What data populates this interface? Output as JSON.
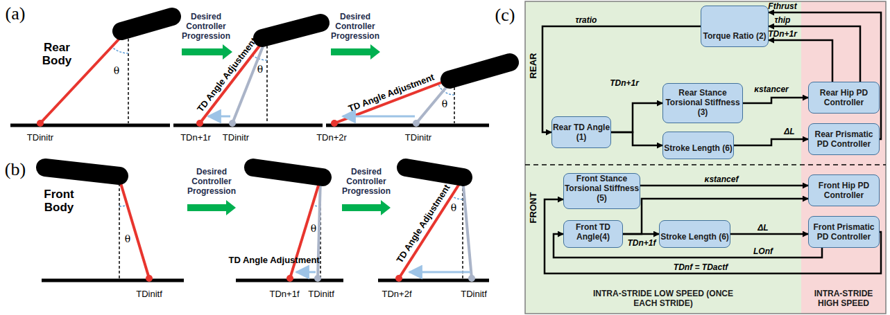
{
  "diagram": {
    "nodes": [
      {
        "text": [
          "INTRA-STRIDE LOW SPEED (ONCE EACH STRIDE)"
        ]
      },
      {
        "text": [
          "INTRA-STRIDE HIGH SPEED"
        ]
      },
      {
        "text": [
          "Torque Ratio (2)"
        ],
        "in": 0
      },
      {
        "text": [
          "Rear TD Angle (1)"
        ],
        "in": 0
      },
      {
        "text": [
          "Rear Stance Torsional Stiffness (3)"
        ],
        "in": 0
      },
      {
        "text": [
          "Stroke Length (6)"
        ],
        "in": 0
      },
      {
        "text": [
          "Rear Hip PD Controller"
        ],
        "in": 1
      },
      {
        "text": [
          "Rear Prismatic PD Controller"
        ],
        "in": 1
      },
      {
        "text": [
          "Front Stance Torsional Stiffness (5)"
        ],
        "in": 0
      },
      {
        "text": [
          "Front TD Angle(4)"
        ],
        "in": 0
      },
      {
        "text": [
          "Stroke Length (6)"
        ],
        "in": 0
      },
      {
        "text": [
          "Front Hip PD Controller"
        ],
        "in": 1
      },
      {
        "text": [
          "Front Prismatic PD Controller"
        ],
        "in": 1
      }
    ],
    "edges": [
      {
        "from": 7,
        "to": 2,
        "arrow": "to",
        "label": "Fthrust"
      },
      {
        "from": 6,
        "to": 2,
        "arrow": "to",
        "label": "τhip"
      },
      {
        "from": 6,
        "to": 2,
        "arrow": "to",
        "label": "TDn+1r"
      },
      {
        "from": 2,
        "to": 3,
        "arrow": "to",
        "label": "τratio"
      },
      {
        "from": 3,
        "to": 4,
        "arrow": "to",
        "label": "TDn+1r"
      },
      {
        "from": 3,
        "to": 5,
        "arrow": "to"
      },
      {
        "from": 4,
        "to": 6,
        "arrow": "to",
        "label": "κstancer"
      },
      {
        "from": 5,
        "to": 7,
        "arrow": "to",
        "label": "ΔL"
      },
      {
        "from": 8,
        "to": 11,
        "arrow": "to",
        "label": "κstancef"
      },
      {
        "from": 9,
        "to": 10,
        "arrow": "to",
        "label": "TDn+1f"
      },
      {
        "from": 9,
        "to": 11,
        "arrow": "to"
      },
      {
        "from": 10,
        "to": 12,
        "arrow": "to",
        "label": "ΔL"
      },
      {
        "from": 12,
        "to": 9,
        "arrow": "to",
        "label": "LOnf"
      },
      {
        "from": 12,
        "to": 8,
        "arrow": "to",
        "label": "TDnf = TDactf"
      }
    ],
    "labels": [
      "(a)",
      "Rear Body",
      "θ",
      "Desired Controller Progression",
      "TD Angle Adjustment",
      "θ",
      "Desired Controller Progression",
      "TD Angle Adjustment",
      "θ",
      "TDinitr",
      "TDn+1r",
      "TDinitr",
      "TDn+2r",
      "TDinitr",
      "(b)",
      "Front Body",
      "θ",
      "Desired Controller Progression",
      "TD Angle Adjustment",
      "θ",
      "Desired Controller Progression",
      "TD Angle Adjustment",
      "θ",
      "TDinitf",
      "TDn+1f",
      "TDinitf",
      "TDn+2f",
      "TDinitf",
      "(c)",
      "REAR",
      "FRONT"
    ]
  }
}
